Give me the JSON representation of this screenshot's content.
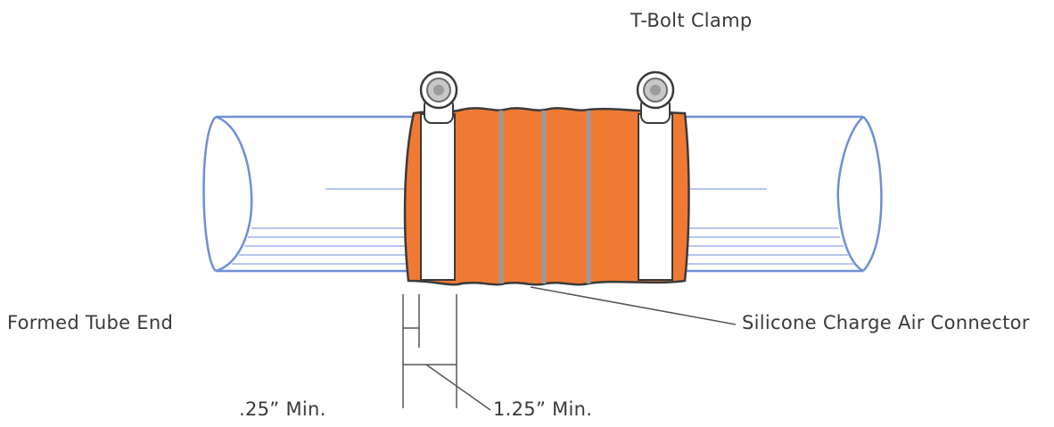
{
  "labels": {
    "t_bolt_clamp": "T-Bolt Clamp",
    "formed_tube_end": "Formed Tube End",
    "silicone_connector": "Silicone Charge Air Connector",
    "quarter_min": ".25” Min.",
    "one_quarter_min": "1.25” Min."
  },
  "colors": {
    "tube_outline": "#6f8fd6",
    "tube_shade": "#b7c6ee",
    "connector_fill": "#f07a34",
    "connector_outline": "#3a3a3a",
    "clamp_band": "#ffffff",
    "leader_line": "#555555",
    "text": "#3a3a3a"
  }
}
